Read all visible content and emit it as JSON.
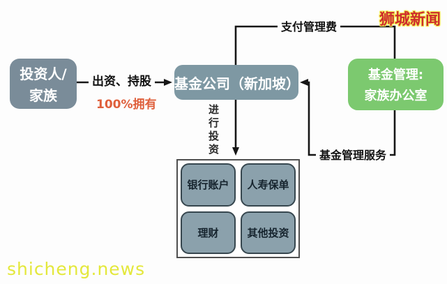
{
  "branding": {
    "logo_text": "狮城新闻",
    "logo_color": "#ce2d2d",
    "logo_outline_color": "#f4ef50",
    "watermark_text": "shicheng.news",
    "watermark_color": "#e4e83c"
  },
  "diagram": {
    "nodes": {
      "investor": {
        "line1": "投资人/",
        "line2": "家族",
        "color": "#7a8c99"
      },
      "fund_company": {
        "label": "基金公司（新加坡）",
        "color": "#7e98a3"
      },
      "fund_manager": {
        "line1": "基金管理:",
        "line2": "家族办公室",
        "color": "#7cc96f"
      },
      "portfolio": {
        "items": [
          "银行账户",
          "人寿保单",
          "理财",
          "其他投资"
        ],
        "box_color": "#8ba1ac"
      }
    },
    "edges": {
      "contribute_label": "出资、持股",
      "ownership_label": "100%拥有",
      "ownership_color": "#df5f3b",
      "pay_fee_label": "支付管理费",
      "service_label": "基金管理服务",
      "invest_label": "进行投资",
      "line_color": "#161616"
    }
  }
}
